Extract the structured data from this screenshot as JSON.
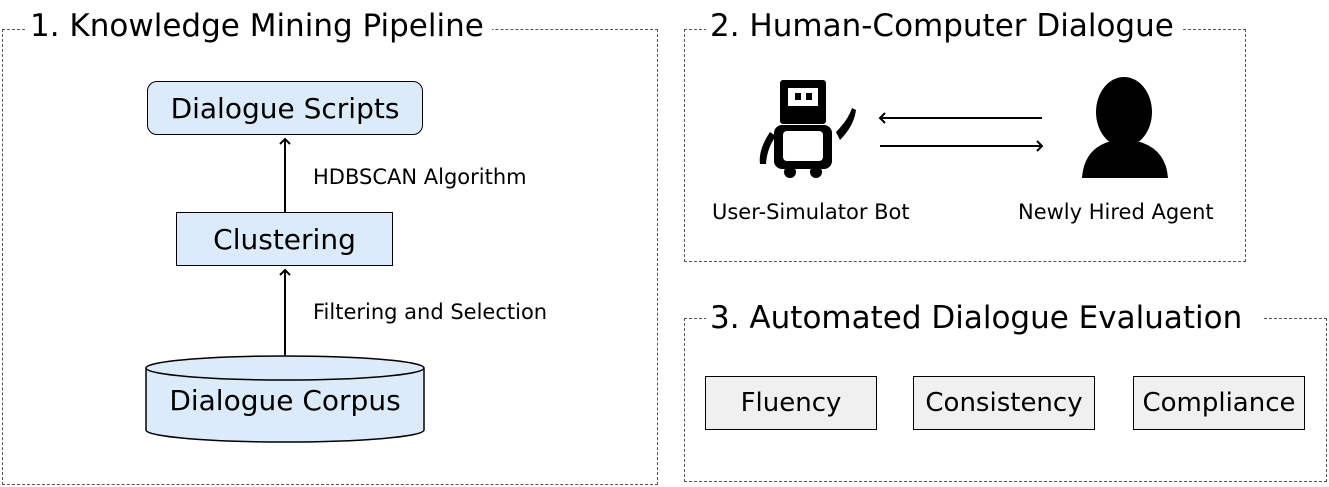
{
  "panel1": {
    "title": "1. Knowledge Mining Pipeline",
    "nodes": {
      "scripts": "Dialogue Scripts",
      "clustering": "Clustering",
      "corpus": "Dialogue Corpus"
    },
    "edges": {
      "upper": "HDBSCAN Algorithm",
      "lower": "Filtering and Selection"
    }
  },
  "panel2": {
    "title": "2. Human-Computer Dialogue",
    "bot_label": "User-Simulator Bot",
    "agent_label": "Newly Hired Agent",
    "bot_icon": "robot-icon",
    "agent_icon": "person-silhouette-icon"
  },
  "panel3": {
    "title": "3. Automated Dialogue Evaluation",
    "metrics": [
      "Fluency",
      "Consistency",
      "Compliance"
    ]
  },
  "colors": {
    "node_fill": "#dcebfa",
    "metric_fill": "#f0f0f0",
    "border": "#000000"
  }
}
